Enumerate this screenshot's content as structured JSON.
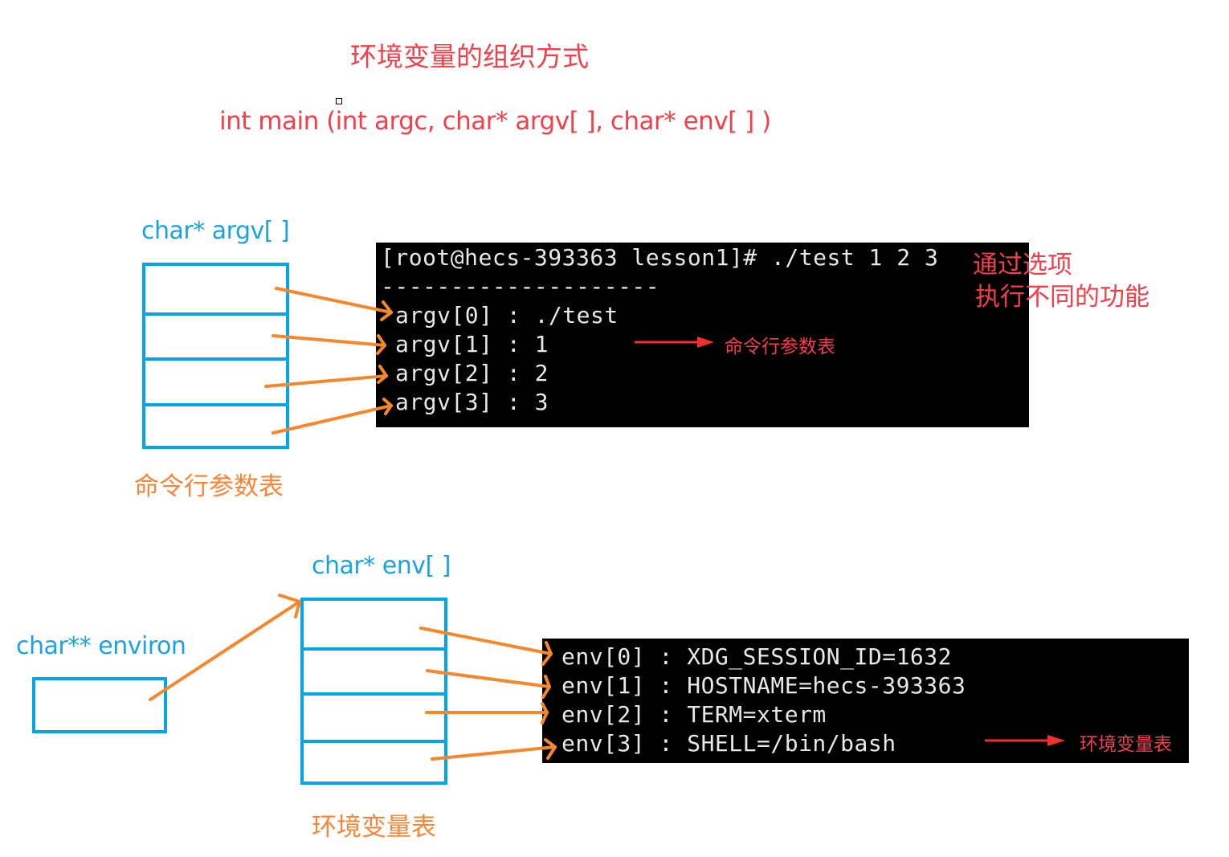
{
  "title": "环境变量的组织方式",
  "signature": "int main (int argc, char* argv[ ], char* env[ ] )",
  "argv_section": {
    "array_label": "char* argv[ ]",
    "table_caption": "命令行参数表",
    "cell_count": 4,
    "terminal": {
      "prompt_line": "[root@hecs-393363 lesson1]# ./test 1 2 3",
      "separator": "--------------------",
      "lines": [
        "argv[0] : ./test",
        "argv[1] : 1",
        "argv[2] : 2",
        "argv[3] : 3"
      ]
    },
    "annotation_options": [
      "通过选项",
      "执行不同的功能"
    ],
    "pointer_note": "命令行参数表"
  },
  "env_section": {
    "environ_label": "char** environ",
    "array_label": "char* env[ ]",
    "table_caption": "环境变量表",
    "cell_count": 4,
    "terminal": {
      "lines": [
        "env[0] : XDG_SESSION_ID=1632",
        "env[1] : HOSTNAME=hecs-393363",
        "env[2] : TERM=xterm",
        "env[3] : SHELL=/bin/bash"
      ]
    },
    "pointer_note": "环境变量表"
  },
  "colors": {
    "title_red": "#f2404b",
    "box_blue": "#03a5e6",
    "label_blue": "#1ba3e0",
    "arrow_orange": "#f6872d",
    "caption_orange": "#f6873a",
    "terminal_bg": "#000000",
    "terminal_fg": "#e8e8e8"
  }
}
